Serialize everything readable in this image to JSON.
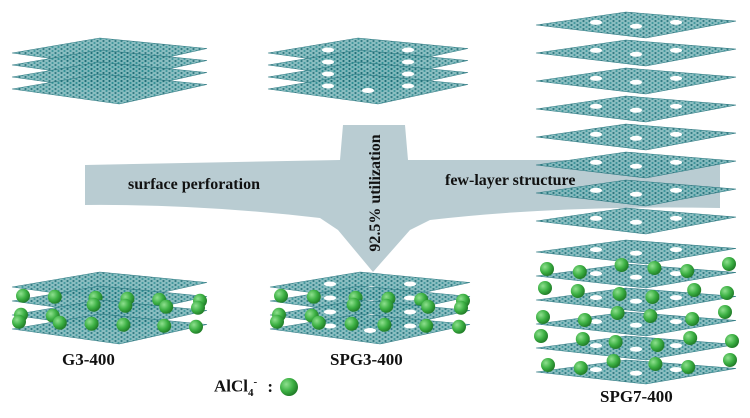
{
  "arrow": {
    "left_label": "surface perforation",
    "right_label": "few-layer structure",
    "center_label": "92.5% utilization"
  },
  "samples": [
    {
      "name": "G3-400"
    },
    {
      "name": "SPG3-400"
    },
    {
      "name": "SPG7-400"
    }
  ],
  "legend": {
    "label": "AlCl",
    "subscript": "4",
    "superscript": "-",
    "colon": ":"
  },
  "colors": {
    "graphene": "#2f8f94",
    "graphene_dark": "#1f6f78",
    "arrow_fill": "#b9ccd2",
    "ion": "#3cb043"
  }
}
